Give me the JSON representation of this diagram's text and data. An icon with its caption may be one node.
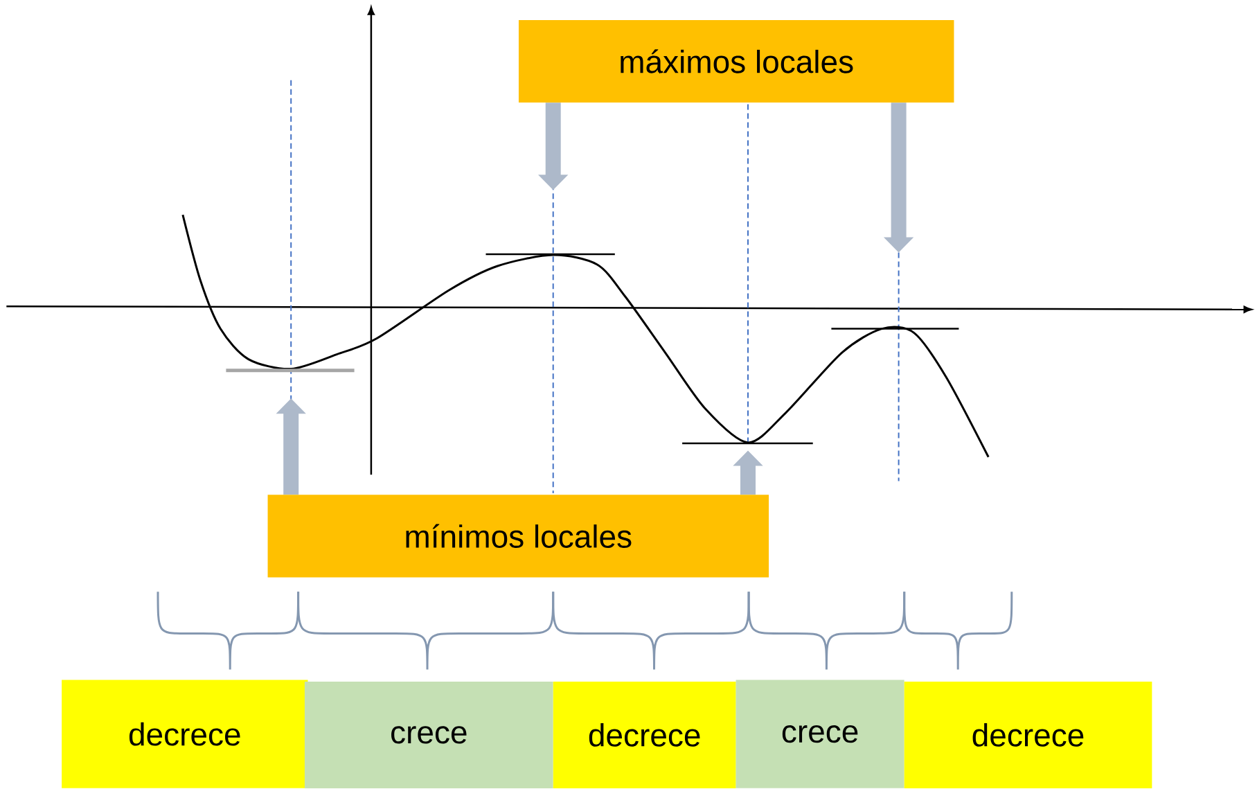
{
  "diagram": {
    "nodes": [
      {
        "text": [
          "máximos locales"
        ]
      },
      {
        "text": [
          "mínimos locales"
        ]
      },
      {
        "text": [
          "decrece"
        ]
      },
      {
        "text": [
          "crece"
        ]
      },
      {
        "text": [
          "decrece"
        ]
      },
      {
        "text": [
          "crece"
        ]
      },
      {
        "text": [
          "decrece"
        ]
      }
    ],
    "edges": [
      {
        "from": 0,
        "to": null,
        "arrow": "to"
      },
      {
        "from": 0,
        "to": null,
        "arrow": "to"
      },
      {
        "from": 1,
        "to": null,
        "arrow": "to"
      },
      {
        "from": 1,
        "to": null,
        "arrow": "to"
      }
    ]
  }
}
